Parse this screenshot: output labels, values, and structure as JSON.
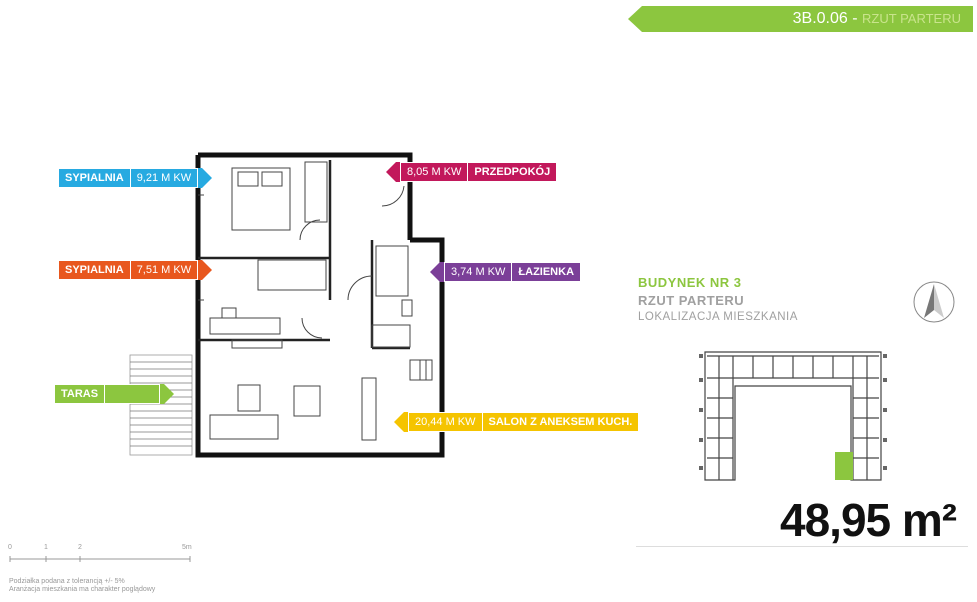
{
  "header": {
    "unit_code": "3B.0.06",
    "separator": "-",
    "view_name": "RZUT PARTERU",
    "color": "#8cc63f"
  },
  "rooms": [
    {
      "name": "SYPIALNIA",
      "area": "9,21 M KW",
      "color": "#27aae1"
    },
    {
      "name": "PRZEDPOKÓJ",
      "area": "8,05 M KW",
      "color": "#c2185b"
    },
    {
      "name": "SYPIALNIA",
      "area": "7,51 M KW",
      "color": "#e8571e"
    },
    {
      "name": "ŁAZIENKA",
      "area": "3,74 M KW",
      "color": "#7b3f98"
    },
    {
      "name": "TARAS",
      "area": "",
      "color": "#8cc63f"
    },
    {
      "name": "SALON Z ANEKSEM KUCH.",
      "area": "20,44 M KW",
      "color": "#f5c400"
    }
  ],
  "building": {
    "title": "BUDYNEK NR 3",
    "subtitle": "RZUT PARTERU",
    "caption": "LOKALIZACJA MIESZKANIA",
    "compass": "north-arrow-icon"
  },
  "total_area": {
    "value": "48,95",
    "unit": "m²"
  },
  "scale": {
    "ticks": [
      "0",
      "1",
      "2",
      "5m"
    ],
    "note1": "Podziałka podana z tolerancją +/- 5%",
    "note2": "Aranżacja mieszkania ma charakter poglądowy"
  }
}
